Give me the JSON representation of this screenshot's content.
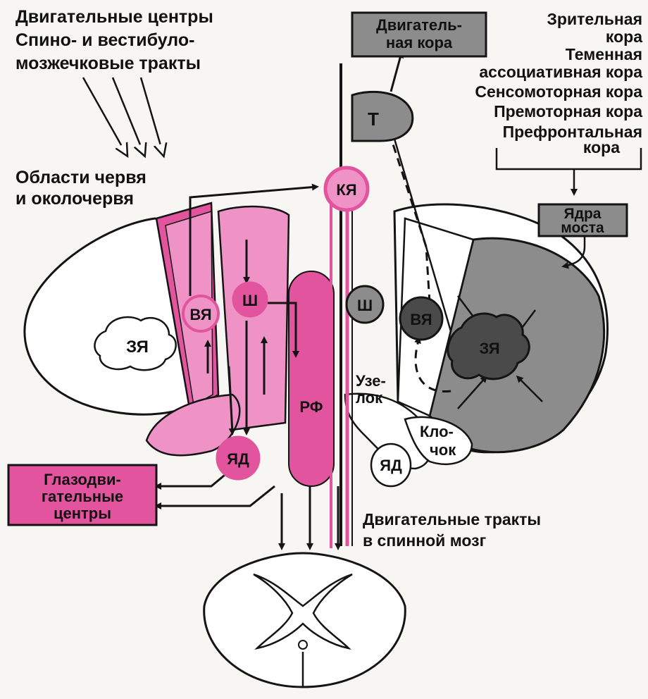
{
  "colors": {
    "paper": "#f7f6f2",
    "ink": "#141414",
    "pink": "#e2549e",
    "pink_light": "#ef93c6",
    "pink_pale": "#f5b8d8",
    "gray": "#8c8c8c",
    "gray_dark": "#4a4a4a"
  },
  "labels": {
    "motor_centers_line1": "Двигательные центры",
    "motor_centers_line2": "Спино- и вестибуло-",
    "motor_centers_line3": "мозжечковые тракты",
    "vermis_line1": "Области червя",
    "vermis_line2": "и    околочервя",
    "motor_cortex_line1": "Двигатель-",
    "motor_cortex_line2": "ная кора",
    "cortex_list": [
      "Зрительная",
      "кора",
      "Теменная",
      "ассоциативная кора",
      "Сенсомоторная кора",
      "Премоторная кора",
      "Префронтальная",
      "кора"
    ],
    "pons_nuclei_line1": "Ядра",
    "pons_nuclei_line2": "моста",
    "nodulus_line1": "Узе-",
    "nodulus_line2": "лок",
    "flocculus_line1": "Кло-",
    "flocculus_line2": "чок",
    "oculomotor_line1": "Глазодви-",
    "oculomotor_line2": "гательные",
    "oculomotor_line3": "центры",
    "spinal_tracts_line1": "Двигательные тракты",
    "spinal_tracts_line2": "в спинной мозг",
    "node_T": "Т",
    "node_KYa": "КЯ",
    "node_VYa_left": "ВЯ",
    "node_Sh_left": "Ш",
    "node_Sh_right": "Ш",
    "node_VYa_right": "ВЯ",
    "node_ZYa_left": "ЗЯ",
    "node_ZYa_right": "ЗЯ",
    "node_YaD_left": "ЯД",
    "node_YaD_right": "ЯД",
    "node_RF": "РФ"
  }
}
